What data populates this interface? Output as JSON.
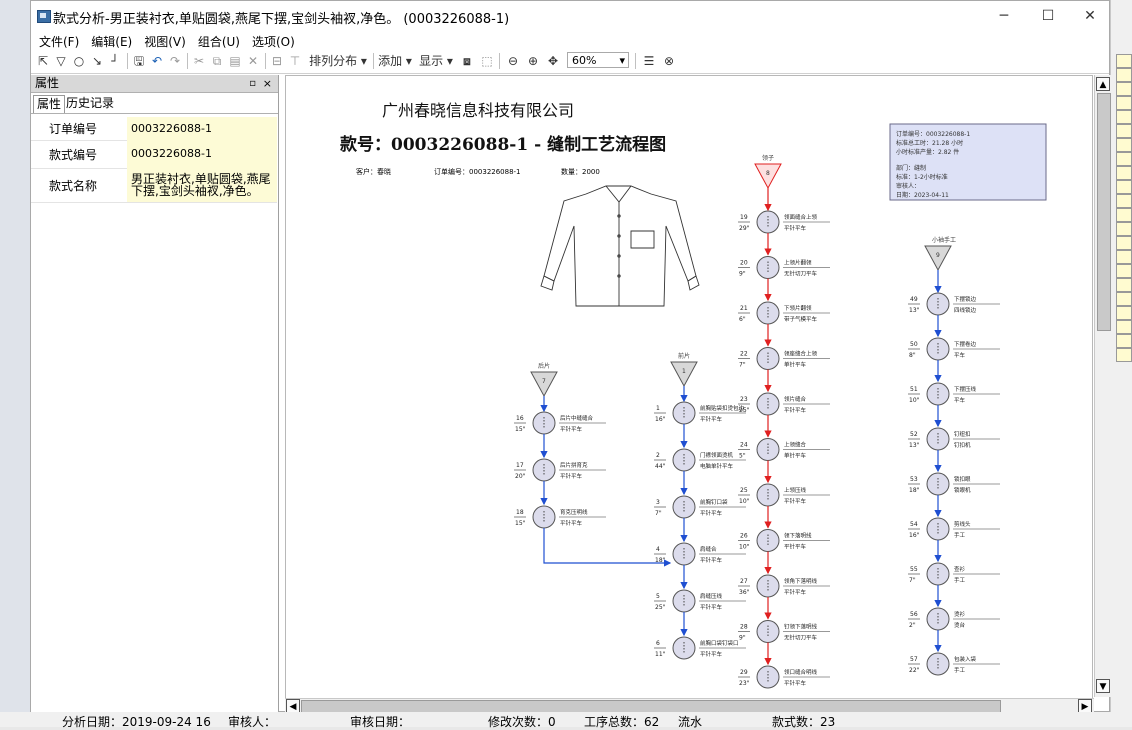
{
  "window": {
    "title": "款式分析-男正装衬衣,单贴圆袋,燕尾下摆,宝剑头袖衩,净色。 (0003226088-1)",
    "minimize_label": "─",
    "maximize_label": "☐",
    "close_label": "✕"
  },
  "menu": [
    "文件(F)",
    "编辑(E)",
    "视图(V)",
    "组合(U)",
    "选项(O)"
  ],
  "toolbar": {
    "arrange_label": "排列分布",
    "add_label": "添加",
    "display_label": "显示",
    "zoom": "60%"
  },
  "panel": {
    "title": "属性",
    "pin": "▫",
    "close": "×",
    "tabs": [
      "属性",
      "历史记录"
    ],
    "props": [
      {
        "key": "订单编号",
        "value": "0003226088-1"
      },
      {
        "key": "款式编号",
        "value": "0003226088-1"
      },
      {
        "key": "款式名称",
        "value": "男正装衬衣,单贴圆袋,燕尾下摆,宝剑头袖衩,净色。"
      }
    ]
  },
  "doc": {
    "company": "广州春晓信息科技有限公司",
    "heading": "款号：0003226088-1 - 缝制工艺流程图",
    "customer": "客户：春晓",
    "order": "订单编号：0003226088-1",
    "quantity": "数量：2000",
    "info": [
      "订单编号：0003226088-1",
      "标准总工时：21.28 小时",
      "小时标准产量：2.82 件",
      "",
      "部门：缝制",
      "标准：1-2小时标准",
      "审核人：",
      "日期：2023-04-11"
    ]
  },
  "flow": {
    "col1": {
      "header": "后片",
      "code": "7",
      "steps": [
        {
          "num": "16",
          "time": "15\"",
          "name": "后片中缝缝合",
          "machine": "平针平车"
        },
        {
          "num": "17",
          "time": "20\"",
          "name": "后片拼育克",
          "machine": "平针平车"
        },
        {
          "num": "18",
          "time": "15\"",
          "name": "育克压明线",
          "machine": "平针平车"
        }
      ]
    },
    "col2": {
      "header": "前片",
      "code": "1",
      "steps": [
        {
          "num": "1",
          "time": "16\"",
          "name": "前胸贴袋扣烫包边",
          "machine": "平针平车"
        },
        {
          "num": "2",
          "time": "44\"",
          "name": "门襟领面烫机",
          "machine": "电脑单针平车"
        },
        {
          "num": "3",
          "time": "7\"",
          "name": "前胸钉口袋",
          "machine": "平针平车"
        },
        {
          "num": "4",
          "time": "18\"",
          "name": "肩缝合",
          "machine": "平针平车"
        },
        {
          "num": "5",
          "time": "25\"",
          "name": "肩缝压线",
          "machine": "平针平车"
        },
        {
          "num": "6",
          "time": "11\"",
          "name": "前胸口袋钉袋口",
          "machine": "平针平车"
        }
      ]
    },
    "col3": {
      "header": "领子",
      "code": "8",
      "steps": [
        {
          "num": "19",
          "time": "29\"",
          "name": "领面缝合上领",
          "machine": "平针平车"
        },
        {
          "num": "20",
          "time": "9\"",
          "name": "上领片翻领",
          "machine": "无针切刀平车"
        },
        {
          "num": "21",
          "time": "6\"",
          "name": "下领片翻领",
          "machine": "带子气模平车"
        },
        {
          "num": "22",
          "time": "7\"",
          "name": "领座缝合上领",
          "machine": "单针平车"
        },
        {
          "num": "23",
          "time": "25\"",
          "name": "领片缝合",
          "machine": "平针平车"
        },
        {
          "num": "24",
          "time": "5\"",
          "name": "上领缝合",
          "machine": "单针平车"
        },
        {
          "num": "25",
          "time": "10\"",
          "name": "上领压线",
          "machine": "平针平车"
        },
        {
          "num": "26",
          "time": "10\"",
          "name": "领下落明线",
          "machine": "平针平车"
        },
        {
          "num": "27",
          "time": "36\"",
          "name": "领角下落明线",
          "machine": "平针平车"
        },
        {
          "num": "28",
          "time": "9\"",
          "name": "钉领下落明线",
          "machine": "无针切刀平车"
        },
        {
          "num": "29",
          "time": "23\"",
          "name": "领口缝合明线",
          "machine": "平针平车"
        }
      ]
    },
    "col4": {
      "header": "小袖手工",
      "code": "9",
      "steps": [
        {
          "num": "49",
          "time": "13\"",
          "name": "下摆锁边",
          "machine": "四线锁边"
        },
        {
          "num": "50",
          "time": "8\"",
          "name": "下摆卷边",
          "machine": "平车"
        },
        {
          "num": "51",
          "time": "10\"",
          "name": "下摆压线",
          "machine": "平车"
        },
        {
          "num": "52",
          "time": "13\"",
          "name": "钉纽扣",
          "machine": "钉扣机"
        },
        {
          "num": "53",
          "time": "18\"",
          "name": "锁扣眼",
          "machine": "锁眼机"
        },
        {
          "num": "54",
          "time": "16\"",
          "name": "剪线头",
          "machine": "手工"
        },
        {
          "num": "55",
          "time": "7\"",
          "name": "查衫",
          "machine": "手工"
        },
        {
          "num": "56",
          "time": "2\"",
          "name": "烫衫",
          "machine": "烫台"
        },
        {
          "num": "57",
          "time": "22\"",
          "name": "包装入袋",
          "machine": "手工"
        }
      ]
    }
  },
  "status": {
    "analysis_date": "分析日期：2019-09-24 16",
    "reviewer": "审核人：",
    "review_date": "审核日期：",
    "revisions": "修改次数：0",
    "total_steps": "工序总数：62",
    "flow": "流水",
    "style_count": "款式数：23"
  }
}
